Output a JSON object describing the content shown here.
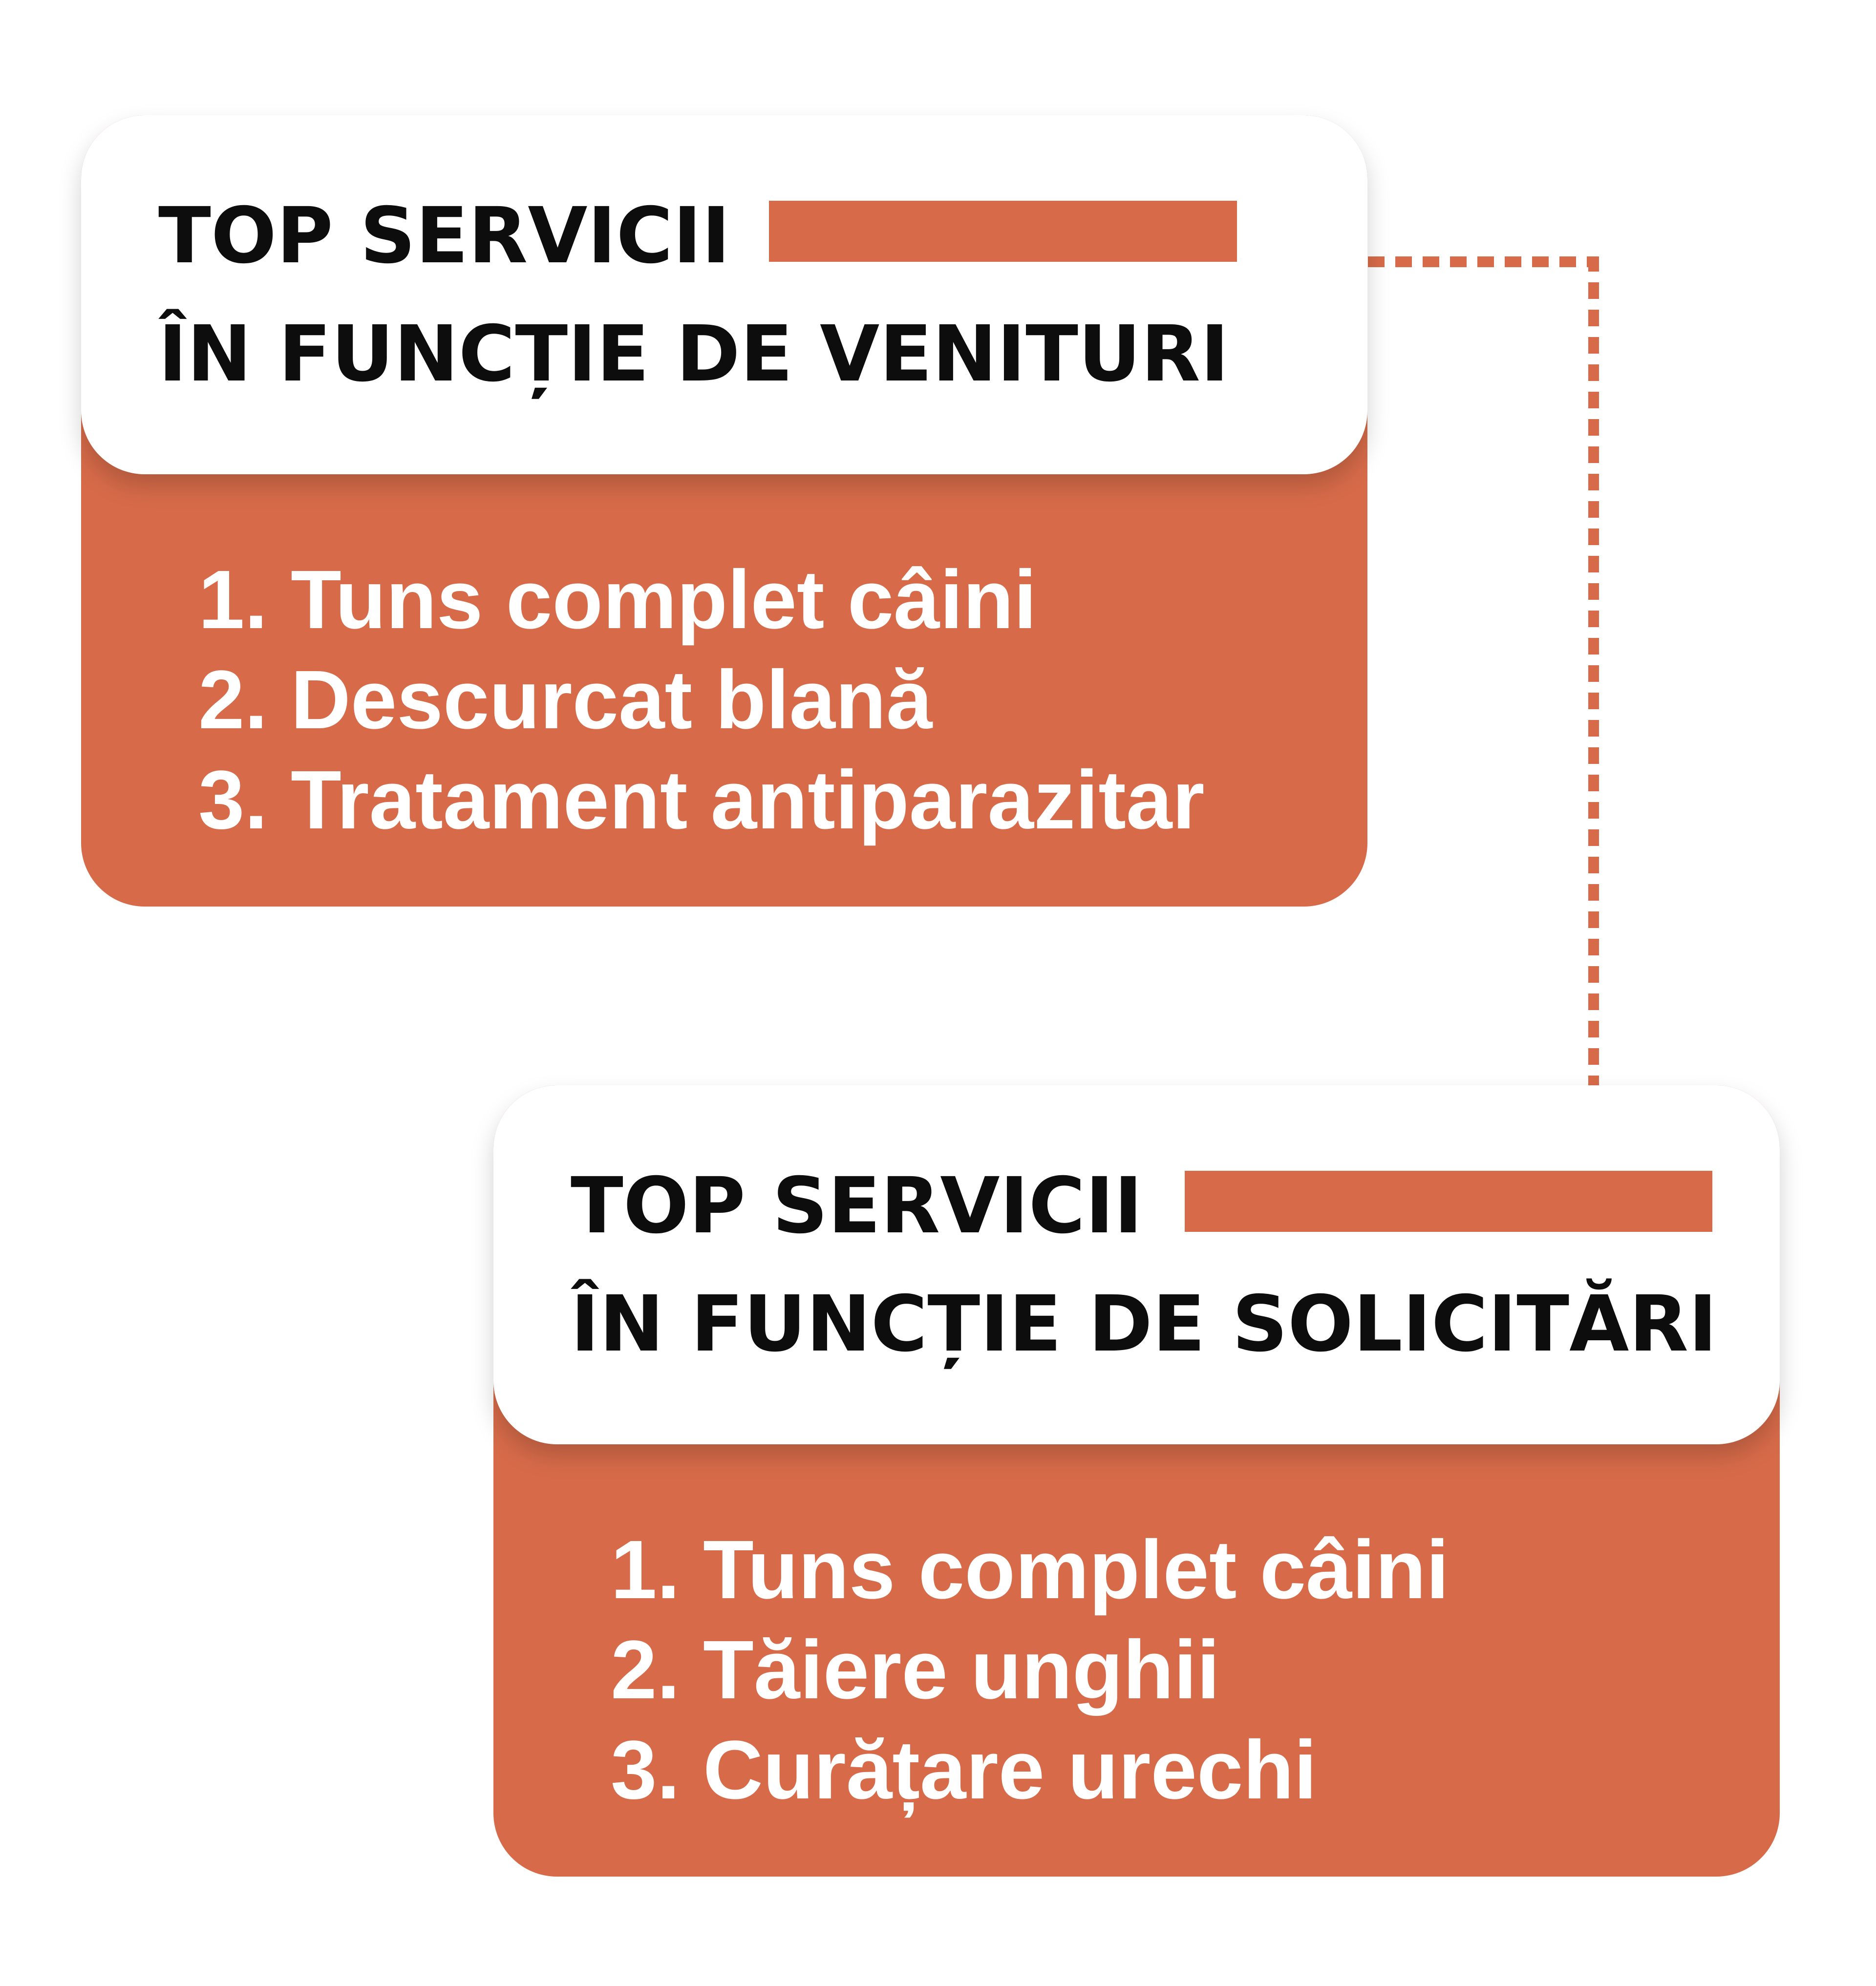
{
  "colors": {
    "accent": "#d76b49",
    "card_header": "#ffffff",
    "title_text": "#0d0d0d",
    "list_text": "#ffffff"
  },
  "cards": [
    {
      "title_line_1": "TOP SERVICII",
      "title_line_2": "ÎN FUNCȚIE DE VENITURI",
      "items": [
        "1. Tuns complet câini",
        "2. Descurcat blană",
        "3. Tratament antiparazitar"
      ]
    },
    {
      "title_line_1": "TOP SERVICII",
      "title_line_2": "ÎN FUNCȚIE DE SOLICITĂRI",
      "items": [
        "1. Tuns complet câini",
        "2. Tăiere unghii",
        "3. Curățare urechi"
      ]
    }
  ]
}
